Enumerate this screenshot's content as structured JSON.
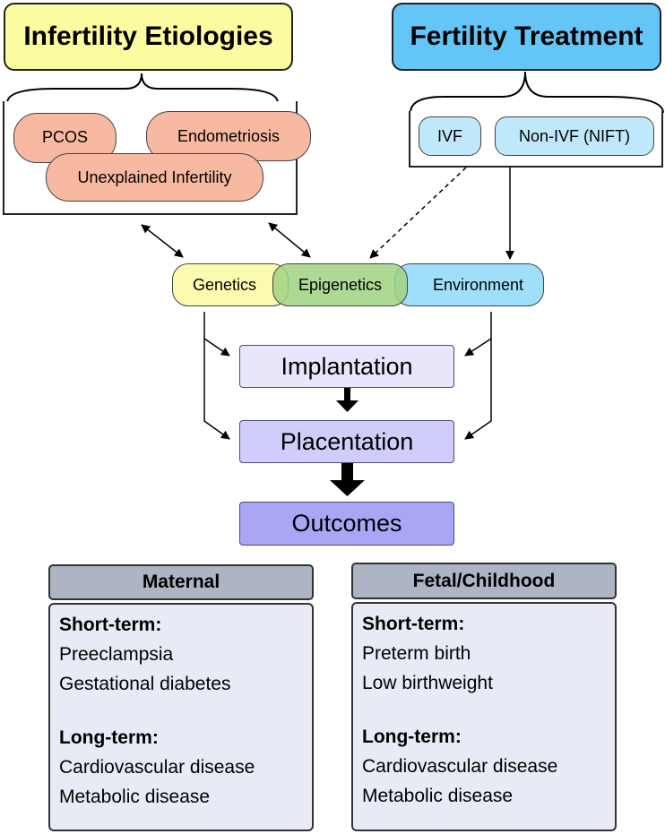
{
  "etiologies": {
    "title": "Infertility Etiologies",
    "items": [
      "PCOS",
      "Endometriosis",
      "Unexplained Infertility"
    ]
  },
  "treatment": {
    "title": "Fertility Treatment",
    "items": [
      "IVF",
      "Non-IVF (NIFT)"
    ]
  },
  "factors": [
    "Genetics",
    "Epigenetics",
    "Environment"
  ],
  "stages": [
    "Implantation",
    "Placentation",
    "Outcomes"
  ],
  "outcomes": {
    "maternal": {
      "title": "Maternal",
      "short_term_label": "Short-term:",
      "short_term": [
        "Preeclampsia",
        "Gestational diabetes"
      ],
      "long_term_label": "Long-term:",
      "long_term": [
        "Cardiovascular disease",
        "Metabolic disease"
      ]
    },
    "fetal": {
      "title": "Fetal/Childhood",
      "short_term_label": "Short-term:",
      "short_term": [
        "Preterm birth",
        "Low birthweight"
      ],
      "long_term_label": "Long-term:",
      "long_term": [
        "Cardiovascular disease",
        "Metabolic disease"
      ]
    }
  },
  "colors": {
    "etiology_title": "#fbfb9f",
    "treatment_title": "#63c6f7",
    "etiology_pill": "#f7b9a1",
    "treatment_pill": "#bfe8fb",
    "genetics": "#fbfbb0",
    "epigenetics": "#b9e0a0",
    "environment": "#9fdffa",
    "implantation": "#e7e6fb",
    "placentation": "#d0cdfa",
    "outcomes": "#a9a7f5",
    "panel_header": "#adb4c4",
    "panel_body": "#e8ebf5"
  }
}
